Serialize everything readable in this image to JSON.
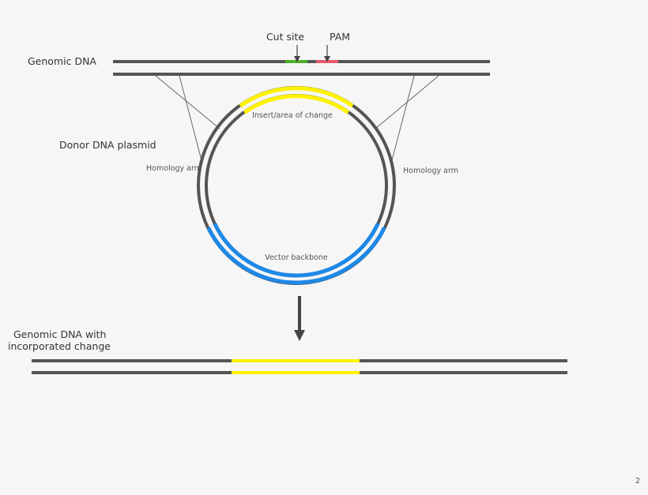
{
  "labels": {
    "genomic_dna": "Genomic DNA",
    "cut_site": "Cut site",
    "pam": "PAM",
    "donor_plasmid": "Donor DNA plasmid",
    "homology_arm_left": "Homology arm",
    "homology_arm_right": "Homology arm",
    "insert": "Insert/area of change",
    "vector_backbone": "Vector backbone",
    "result_line1": "Genomic DNA with",
    "result_line2": "incorporated change",
    "page_number": "2"
  },
  "colors": {
    "background": "#f6f6f6",
    "dna_strand": "#555555",
    "cut_site": "#4caf26",
    "pam": "#e8566b",
    "insert": "#fff200",
    "backbone": "#1e88e5"
  }
}
